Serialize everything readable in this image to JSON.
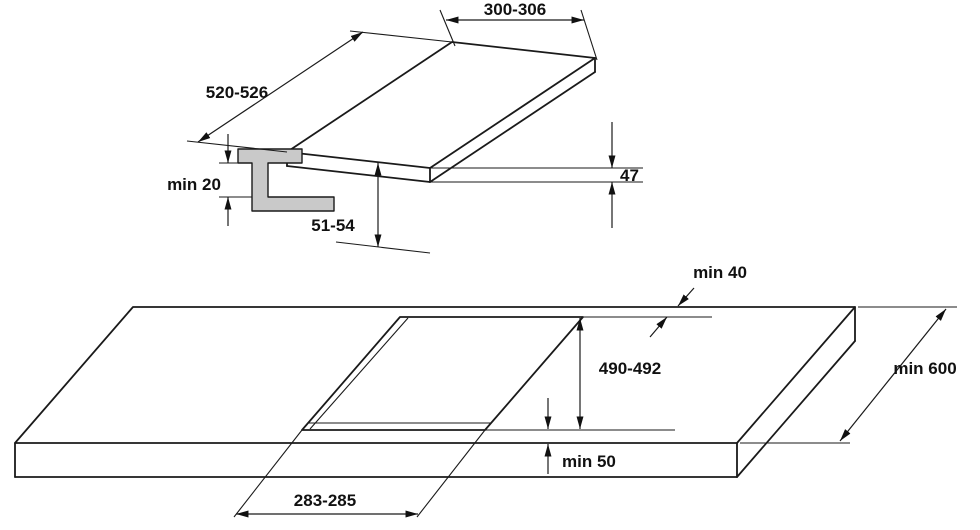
{
  "diagram": {
    "title": "built-in hob installation drawing",
    "colors": {
      "line": "#1a1a1a",
      "bracket_fill": "#c9c9c9",
      "background": "#ffffff"
    },
    "labels": {
      "hob_width": "300-306",
      "hob_depth": "520-526",
      "min_clearance_below": "min 20",
      "build_in_depth": "51-54",
      "hob_height": "47",
      "rear_gap": "min 40",
      "cutout_depth": "490-492",
      "worktop_depth": "min 600",
      "front_gap": "min 50",
      "cutout_width": "283-285"
    }
  }
}
